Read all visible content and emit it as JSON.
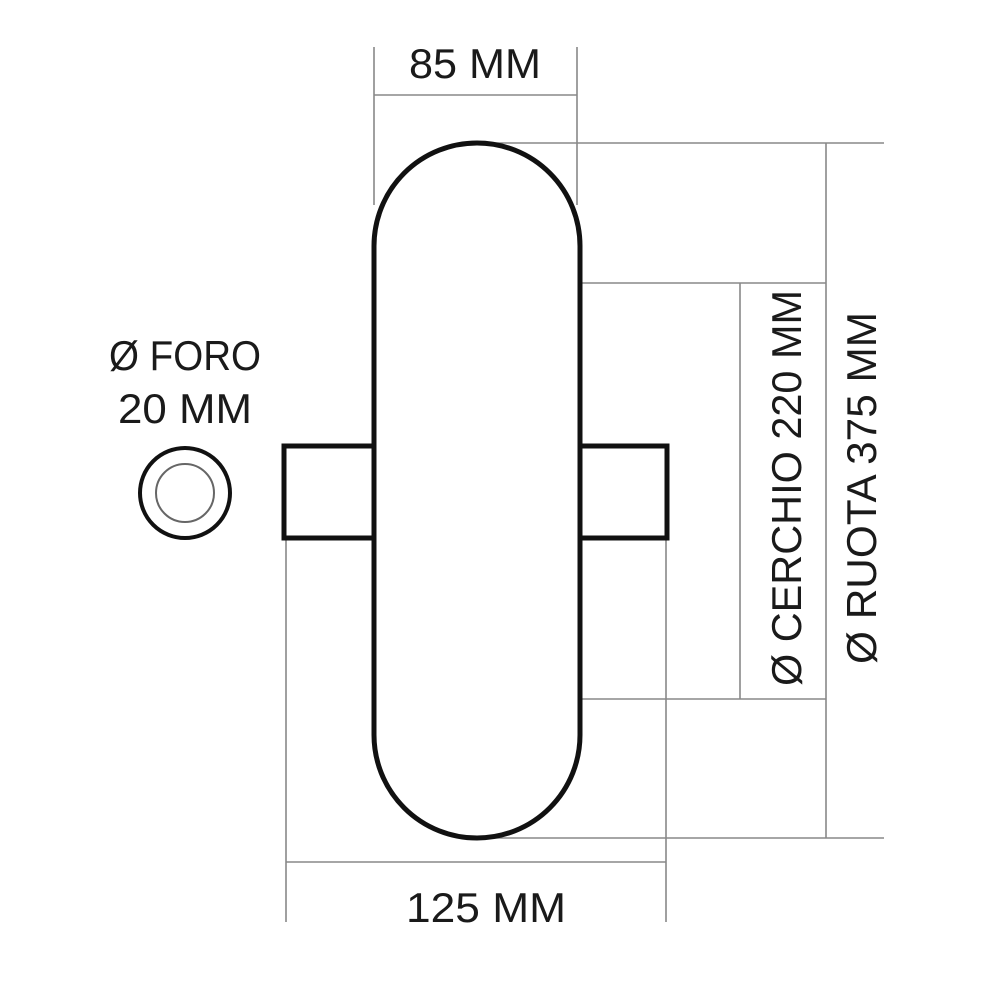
{
  "labels": {
    "top_width": "85 MM",
    "bottom_width": "125 MM",
    "hole_line1": "Ø FORO",
    "hole_line2": "20 MM",
    "rim": "Ø CERCHIO 220 MM",
    "wheel": "Ø RUOTA 375 MM"
  },
  "colors": {
    "outline": "#111111",
    "dimension_lines": "#888888",
    "text": "#1a1a1a",
    "background": "#ffffff"
  }
}
